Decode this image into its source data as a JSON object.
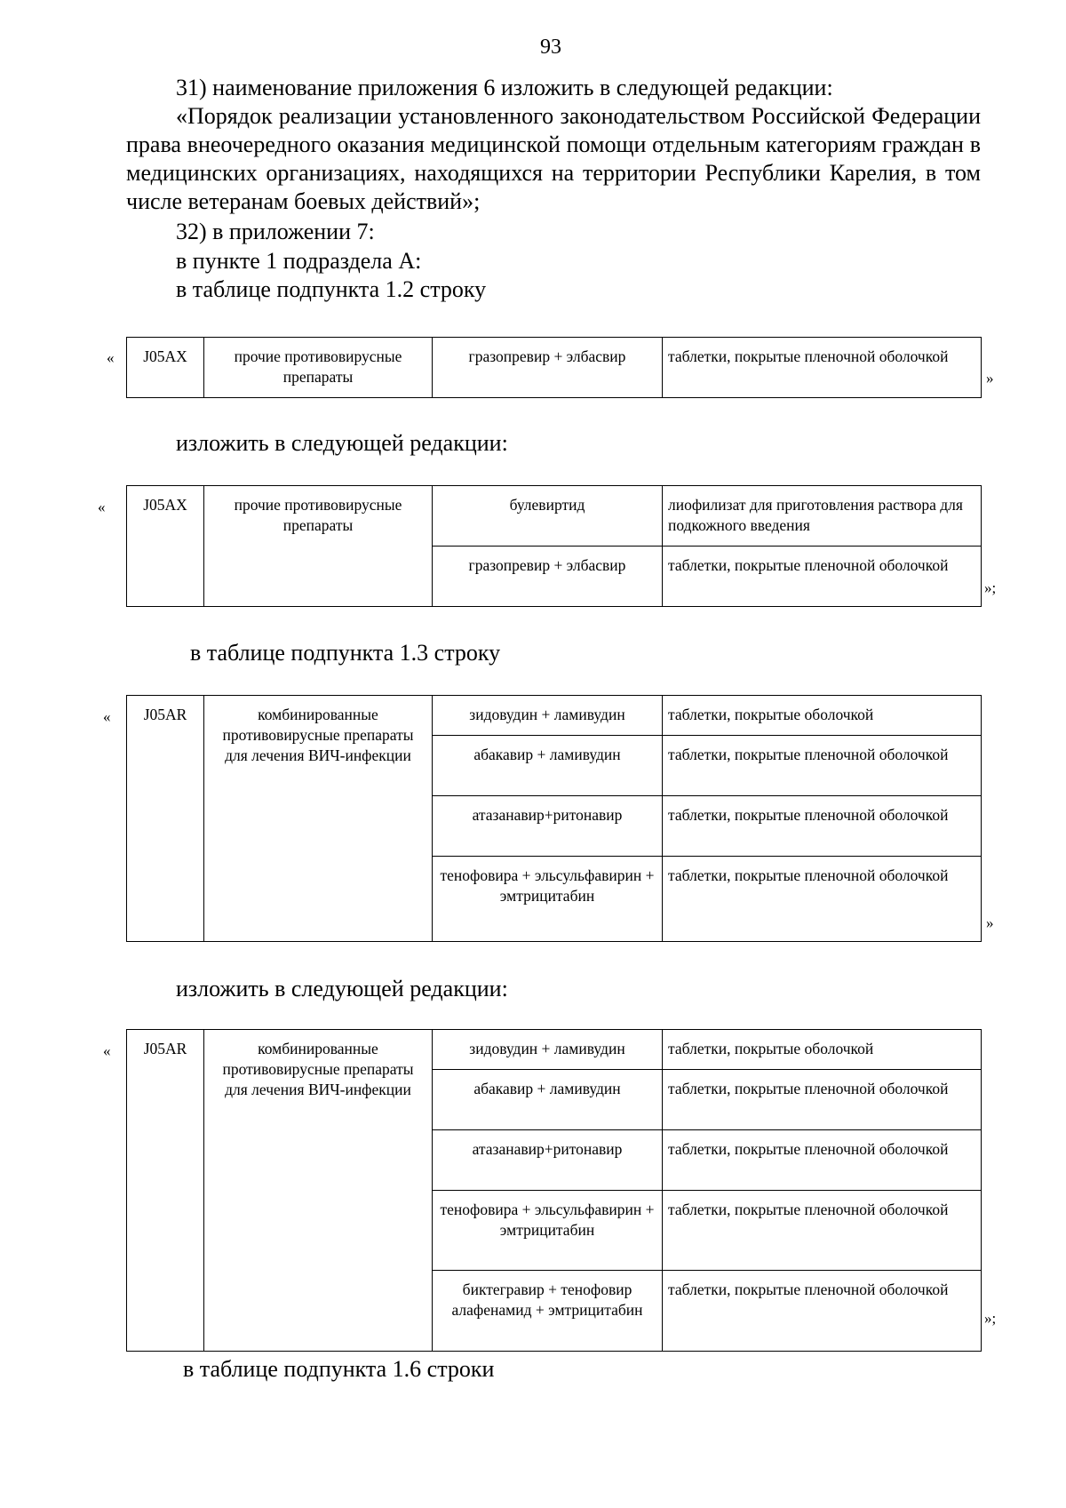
{
  "page_number": "93",
  "items": {
    "p31": "31) наименование приложения 6 изложить в следующей редакции:",
    "p31_quote_line1": "«Порядок реализации установленного законодательством Российской Федерации права внеочередного оказания медицинской помощи отдельным категориям граждан в медицинских организациях, находящихся на территории Республики Карелия, в том числе ветеранам боевых действий»;",
    "p32": "32) в приложении 7:",
    "p32_sub1": "в пункте 1 подраздела А:",
    "p32_sub2": "в таблице подпункта 1.2 строку",
    "edit_phrase_1": "изложить в следующей редакции:",
    "table_1_3_intro": "в таблице подпункта 1.3 строку",
    "edit_phrase_2": "изложить в следующей редакции:",
    "table_1_6_intro": "в таблице подпункта 1.6 строки"
  },
  "quotes": {
    "open": "«",
    "close": "»",
    "close_semicolon": "»;"
  },
  "table_1": {
    "code": "J05AX",
    "group": "прочие противовирусные препараты",
    "rows": [
      {
        "drug": "гразопревир + элбасвир",
        "form": "таблетки, покрытые пленочной оболочкой"
      }
    ]
  },
  "table_2": {
    "code": "J05AX",
    "group": "прочие противовирусные препараты",
    "rows": [
      {
        "drug": "булевиртид",
        "form": "лиофилизат для приготовления раствора для подкожного введения"
      },
      {
        "drug": "гразопревир + элбасвир",
        "form": "таблетки, покрытые пленочной оболочкой"
      }
    ]
  },
  "table_3": {
    "code": "J05AR",
    "group": "комбинированные противовирусные препараты для лечения ВИЧ-инфекции",
    "rows": [
      {
        "drug": "зидовудин + ламивудин",
        "form": "таблетки, покрытые оболочкой"
      },
      {
        "drug": "абакавир + ламивудин",
        "form": "таблетки, покрытые пленочной оболочкой"
      },
      {
        "drug": "атазанавир+ритонавир",
        "form": "таблетки, покрытые пленочной оболочкой"
      },
      {
        "drug": "тенофовира + эльсульфавирин + эмтрицитабин",
        "form": "таблетки, покрытые пленочной оболочкой"
      }
    ]
  },
  "table_4": {
    "code": "J05AR",
    "group": "комбинированные противовирусные препараты для лечения ВИЧ-инфекции",
    "rows": [
      {
        "drug": "зидовудин + ламивудин",
        "form": "таблетки, покрытые оболочкой"
      },
      {
        "drug": "абакавир + ламивудин",
        "form": "таблетки, покрытые пленочной оболочкой"
      },
      {
        "drug": "атазанавир+ритонавир",
        "form": "таблетки, покрытые пленочной оболочкой"
      },
      {
        "drug": "тенофовира + эльсульфавирин + эмтрицитабин",
        "form": "таблетки, покрытые пленочной оболочкой"
      },
      {
        "drug": "биктегравир + тенофовир алафенамид + эмтрицитабин",
        "form": "таблетки, покрытые пленочной оболочкой"
      }
    ]
  }
}
